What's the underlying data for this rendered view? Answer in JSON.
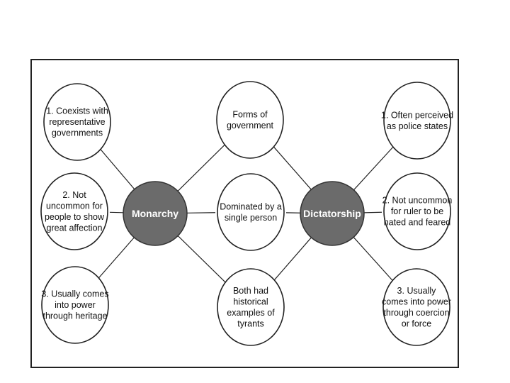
{
  "hubs": {
    "monarchy": {
      "label": "Monarchy",
      "fill": "#6b6b6b"
    },
    "dictatorship": {
      "label": "Dictatorship",
      "fill": "#6b6b6b"
    }
  },
  "monarchy_traits": [
    [
      "1. Coexists with",
      "representative",
      "governments"
    ],
    [
      "2. Not",
      "uncommon for",
      "people to show",
      "great affection"
    ],
    [
      "3. Usually comes",
      "into power",
      "through heritage"
    ]
  ],
  "shared_traits": [
    [
      "Forms of",
      "government"
    ],
    [
      "Dominated by a",
      "single person"
    ],
    [
      "Both had",
      "historical",
      "examples of",
      "tyrants"
    ]
  ],
  "dictatorship_traits": [
    [
      "1. Often perceived",
      "as police states"
    ],
    [
      "2. Not uncommon",
      "for ruler to be",
      "hated and feared"
    ],
    [
      "3. Usually",
      "comes into power",
      "through coercion",
      "or force"
    ]
  ]
}
